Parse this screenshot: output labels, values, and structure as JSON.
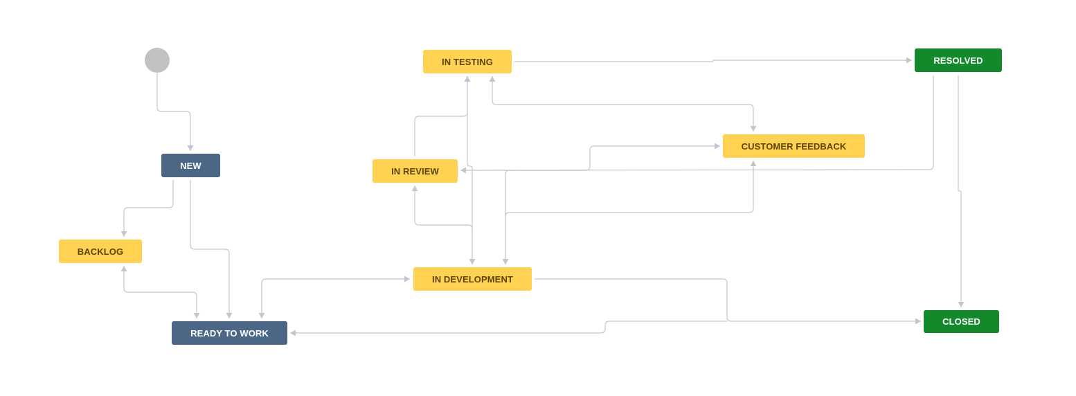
{
  "workflow": {
    "statuses": {
      "new": {
        "label": "NEW",
        "category": "todo"
      },
      "backlog": {
        "label": "BACKLOG",
        "category": "inprogress"
      },
      "ready_to_work": {
        "label": "READY TO WORK",
        "category": "todo"
      },
      "in_review": {
        "label": "IN REVIEW",
        "category": "inprogress"
      },
      "in_testing": {
        "label": "IN TESTING",
        "category": "inprogress"
      },
      "in_development": {
        "label": "IN DEVELOPMENT",
        "category": "inprogress"
      },
      "customer_feedback": {
        "label": "CUSTOMER FEEDBACK",
        "category": "inprogress"
      },
      "resolved": {
        "label": "RESOLVED",
        "category": "done"
      },
      "closed": {
        "label": "CLOSED",
        "category": "done"
      }
    },
    "colors": {
      "todo": "#4a6785",
      "inprogress": "#ffd351",
      "done": "#14892c",
      "initial": "#c1c1c1",
      "transition": "#c1c7d0"
    }
  }
}
